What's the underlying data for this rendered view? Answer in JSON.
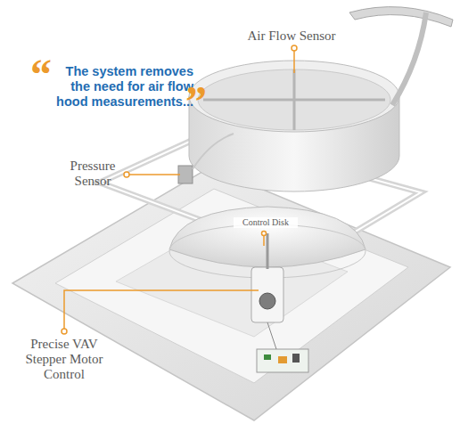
{
  "diagram": {
    "labels": [
      "Air Flow Sensor",
      "“",
      "The system removes the need for air flow hood measurements...",
      "”",
      "Pressure Sensor",
      "Control Disk",
      "Precise VAV Stepper Motor Control"
    ]
  }
}
